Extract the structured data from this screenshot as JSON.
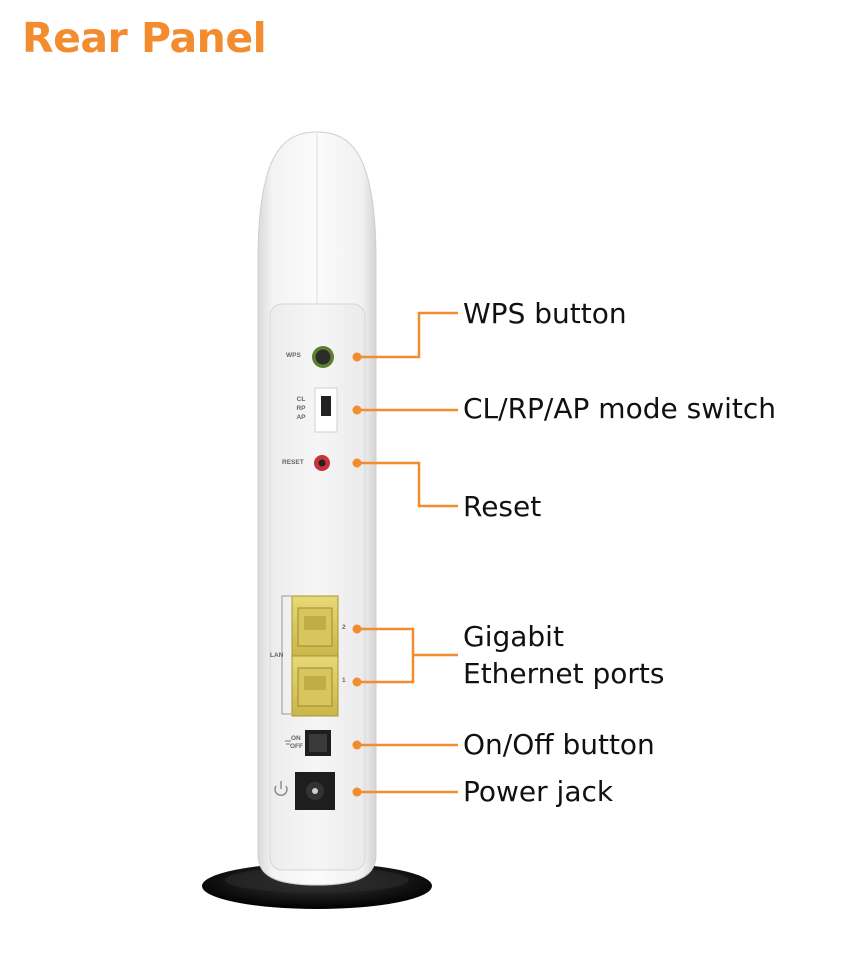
{
  "title": "Rear Panel",
  "accent_color": "#f28c2e",
  "device": {
    "wps_text": "WPS",
    "mode_options": [
      "CL",
      "RP",
      "AP"
    ],
    "reset_text": "RESET",
    "lan_text": "LAN",
    "port_numbers": [
      "2",
      "1"
    ],
    "on_text": "ON",
    "off_text": "OFF"
  },
  "callouts": {
    "wps": "WPS button",
    "mode_switch": "CL/RP/AP mode switch",
    "reset": "Reset",
    "ethernet_line1": "Gigabit",
    "ethernet_line2": "Ethernet ports",
    "onoff": "On/Off button",
    "power": "Power jack"
  }
}
